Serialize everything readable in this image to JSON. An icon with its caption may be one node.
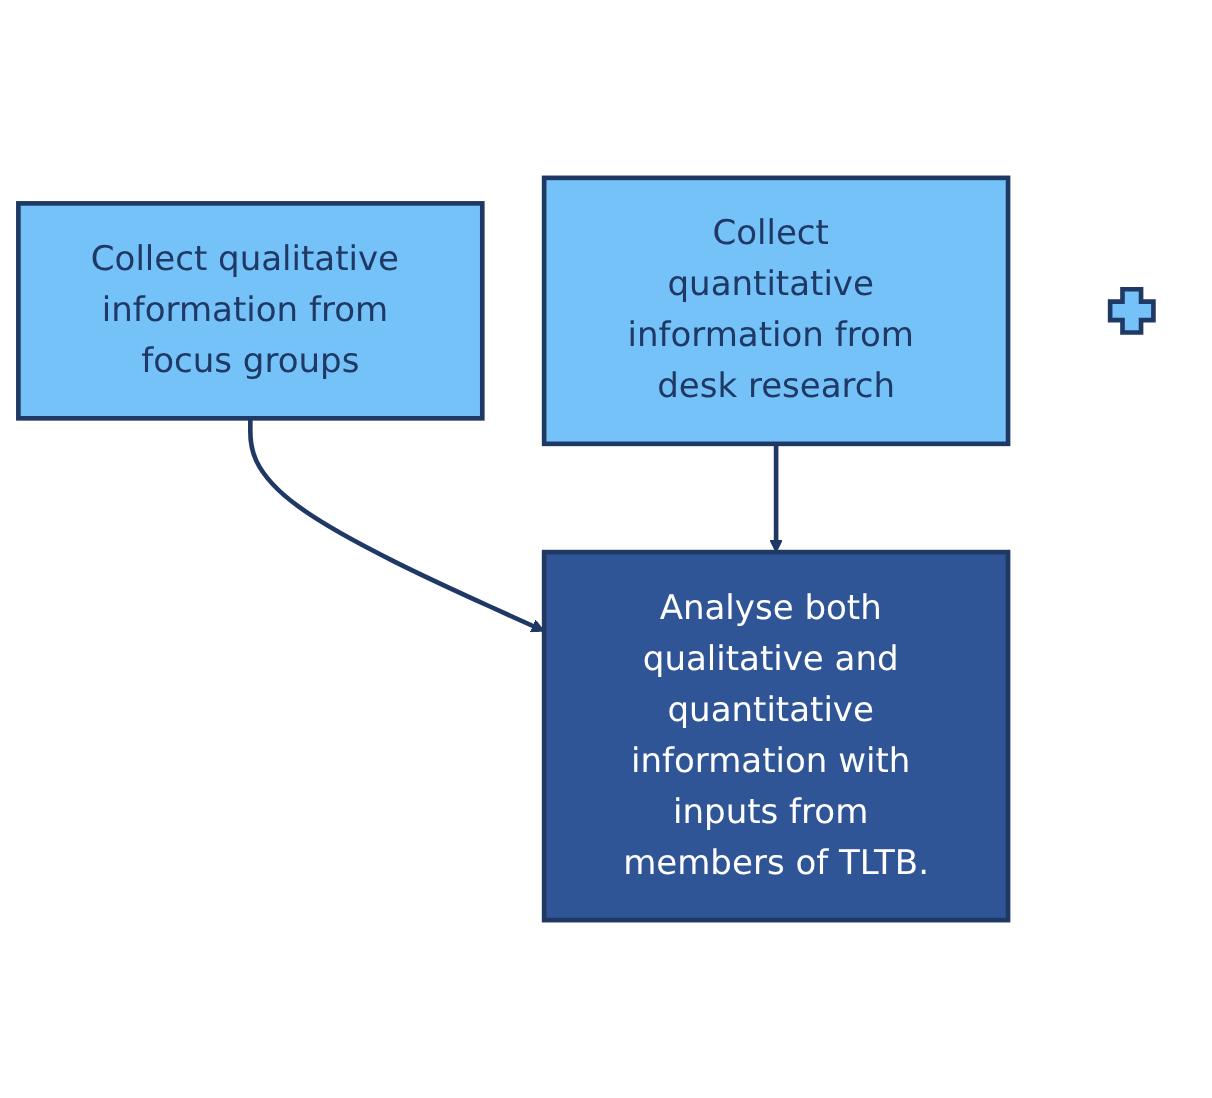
{
  "diagram": {
    "nodes": [
      {
        "text": [
          "Collect qualitative information from focus groups"
        ]
      },
      {
        "text": [],
        "shape": "plus"
      },
      {
        "text": [
          "Collect quantitative information from desk research"
        ]
      },
      {
        "text": [
          "Analyse both qualitative and quantitative information with inputs from members of TLTB."
        ]
      }
    ],
    "edges": [
      {
        "from": 0,
        "to": 3,
        "arrow": "to"
      },
      {
        "from": 2,
        "to": 3,
        "arrow": "to"
      }
    ]
  }
}
